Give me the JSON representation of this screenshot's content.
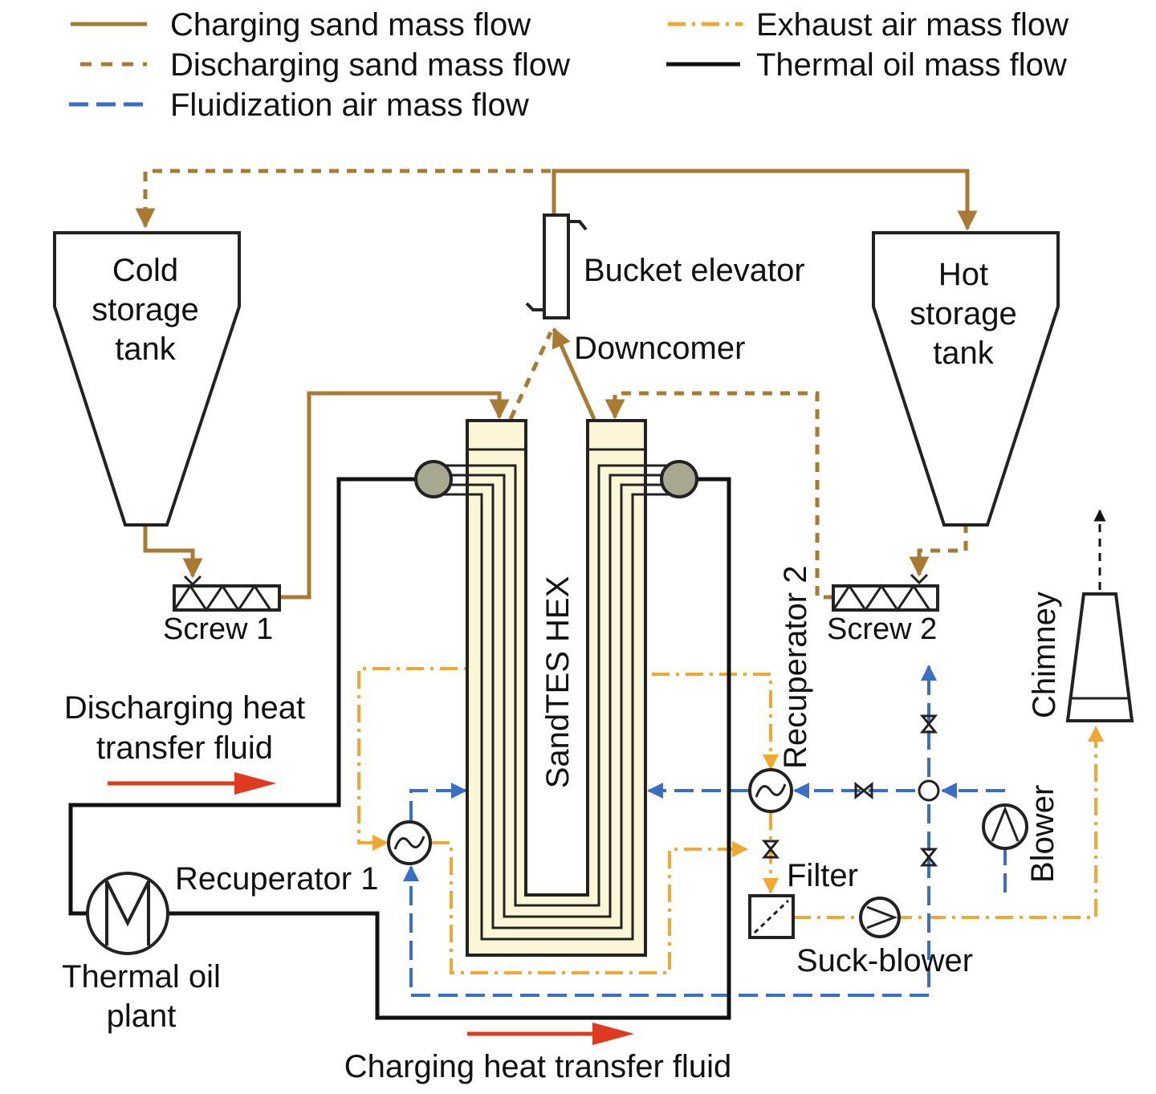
{
  "legend": {
    "charging_sand": "Charging sand mass flow",
    "discharging_sand": "Discharging sand mass flow",
    "fluidization_air": "Fluidization air mass flow",
    "exhaust_air": "Exhaust air mass flow",
    "thermal_oil": "Thermal oil mass flow"
  },
  "components": {
    "cold_tank": [
      "Cold",
      "storage",
      "tank"
    ],
    "hot_tank": [
      "Hot",
      "storage",
      "tank"
    ],
    "bucket_elevator": "Bucket elevator",
    "downcomer": "Downcomer",
    "screw1": "Screw 1",
    "screw2": "Screw 2",
    "hex": "SandTES HEX",
    "recuperator1": "Recuperator 1",
    "recuperator2": "Recuperator 2",
    "chimney": "Chimney",
    "blower": "Blower",
    "filter": "Filter",
    "suck_blower": "Suck-blower",
    "thermal_oil_plant": [
      "Thermal oil",
      "plant"
    ],
    "discharging_htf": [
      "Discharging heat",
      "transfer fluid"
    ],
    "charging_htf": "Charging heat transfer fluid"
  },
  "colors": {
    "charging_sand": "#a87a32",
    "exhaust_air": "#f0a830",
    "fluidization_air": "#3a6fc8",
    "thermal_oil": "#111111",
    "hex_fill": "#fbf6d6",
    "arrow_red": "#e03a1e",
    "roller_fill": "#a8a890"
  }
}
